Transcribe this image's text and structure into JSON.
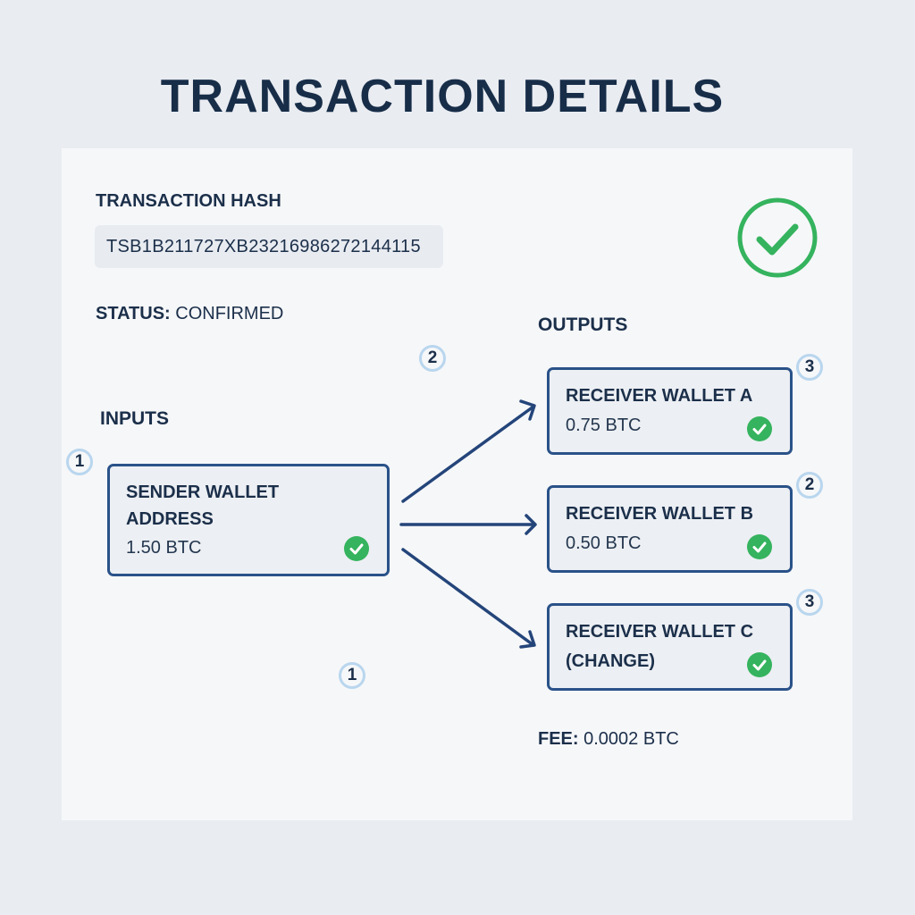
{
  "header": {
    "title": "TRANSACTION DETAILS"
  },
  "transaction": {
    "hash_label": "TRANSACTION HASH",
    "hash_value": "TSB1B211727XB23216986272144115",
    "status_label": "STATUS:",
    "status_value": "CONFIRMED",
    "status_icon": "check-circle-icon",
    "fee_label": "FEE:",
    "fee_value": "0.0002 BTC"
  },
  "inputs": {
    "label": "INPUTS",
    "items": [
      {
        "name_line1": "SENDER WALLET",
        "name_line2": "ADDRESS",
        "amount": "1.50 BTC",
        "badge": "1",
        "verified": true
      }
    ]
  },
  "outputs": {
    "label": "OUTPUTS",
    "items": [
      {
        "name": "RECEIVER WALLET A",
        "amount": "0.75 BTC",
        "badge": "3",
        "verified": true
      },
      {
        "name": "RECEIVER WALLET B",
        "amount": "0.50 BTC",
        "badge": "2",
        "verified": true
      },
      {
        "name": "RECEIVER WALLET C",
        "amount": "(CHANGE)",
        "badge": "3",
        "verified": true
      }
    ]
  },
  "floating_badges": [
    {
      "value": "2"
    },
    {
      "value": "1"
    }
  ],
  "colors": {
    "accent": "#2a5289",
    "success": "#35b35e",
    "badge_ring": "#b9d6ee",
    "text": "#1b2f4a",
    "background": "#e9ecf1",
    "panel": "#f6f7f9"
  }
}
